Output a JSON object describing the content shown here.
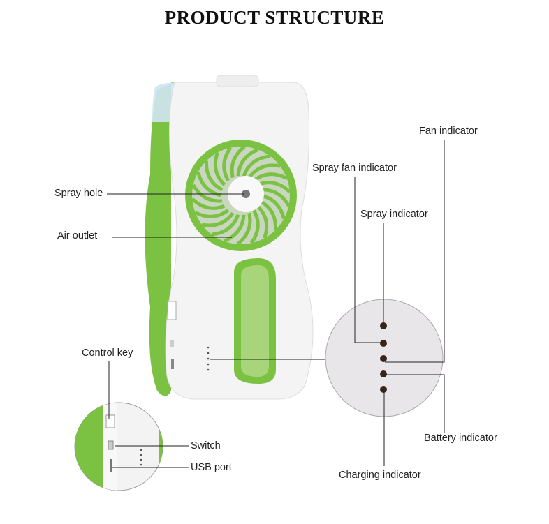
{
  "title": "PRODUCT STRUCTURE",
  "labels": {
    "spray_hole": "Spray hole",
    "air_outlet": "Air outlet",
    "control_key": "Control key",
    "switch": "Switch",
    "usb_port": "USB port",
    "fan_indicator": "Fan indicator",
    "spray_fan_indicator": "Spray fan indicator",
    "spray_indicator": "Spray indicator",
    "battery_indicator": "Battery indicator",
    "charging_indicator": "Charging indicator"
  },
  "colors": {
    "accent_green": "#7cc242",
    "body_white": "#f4f4f4",
    "line": "#222222"
  }
}
